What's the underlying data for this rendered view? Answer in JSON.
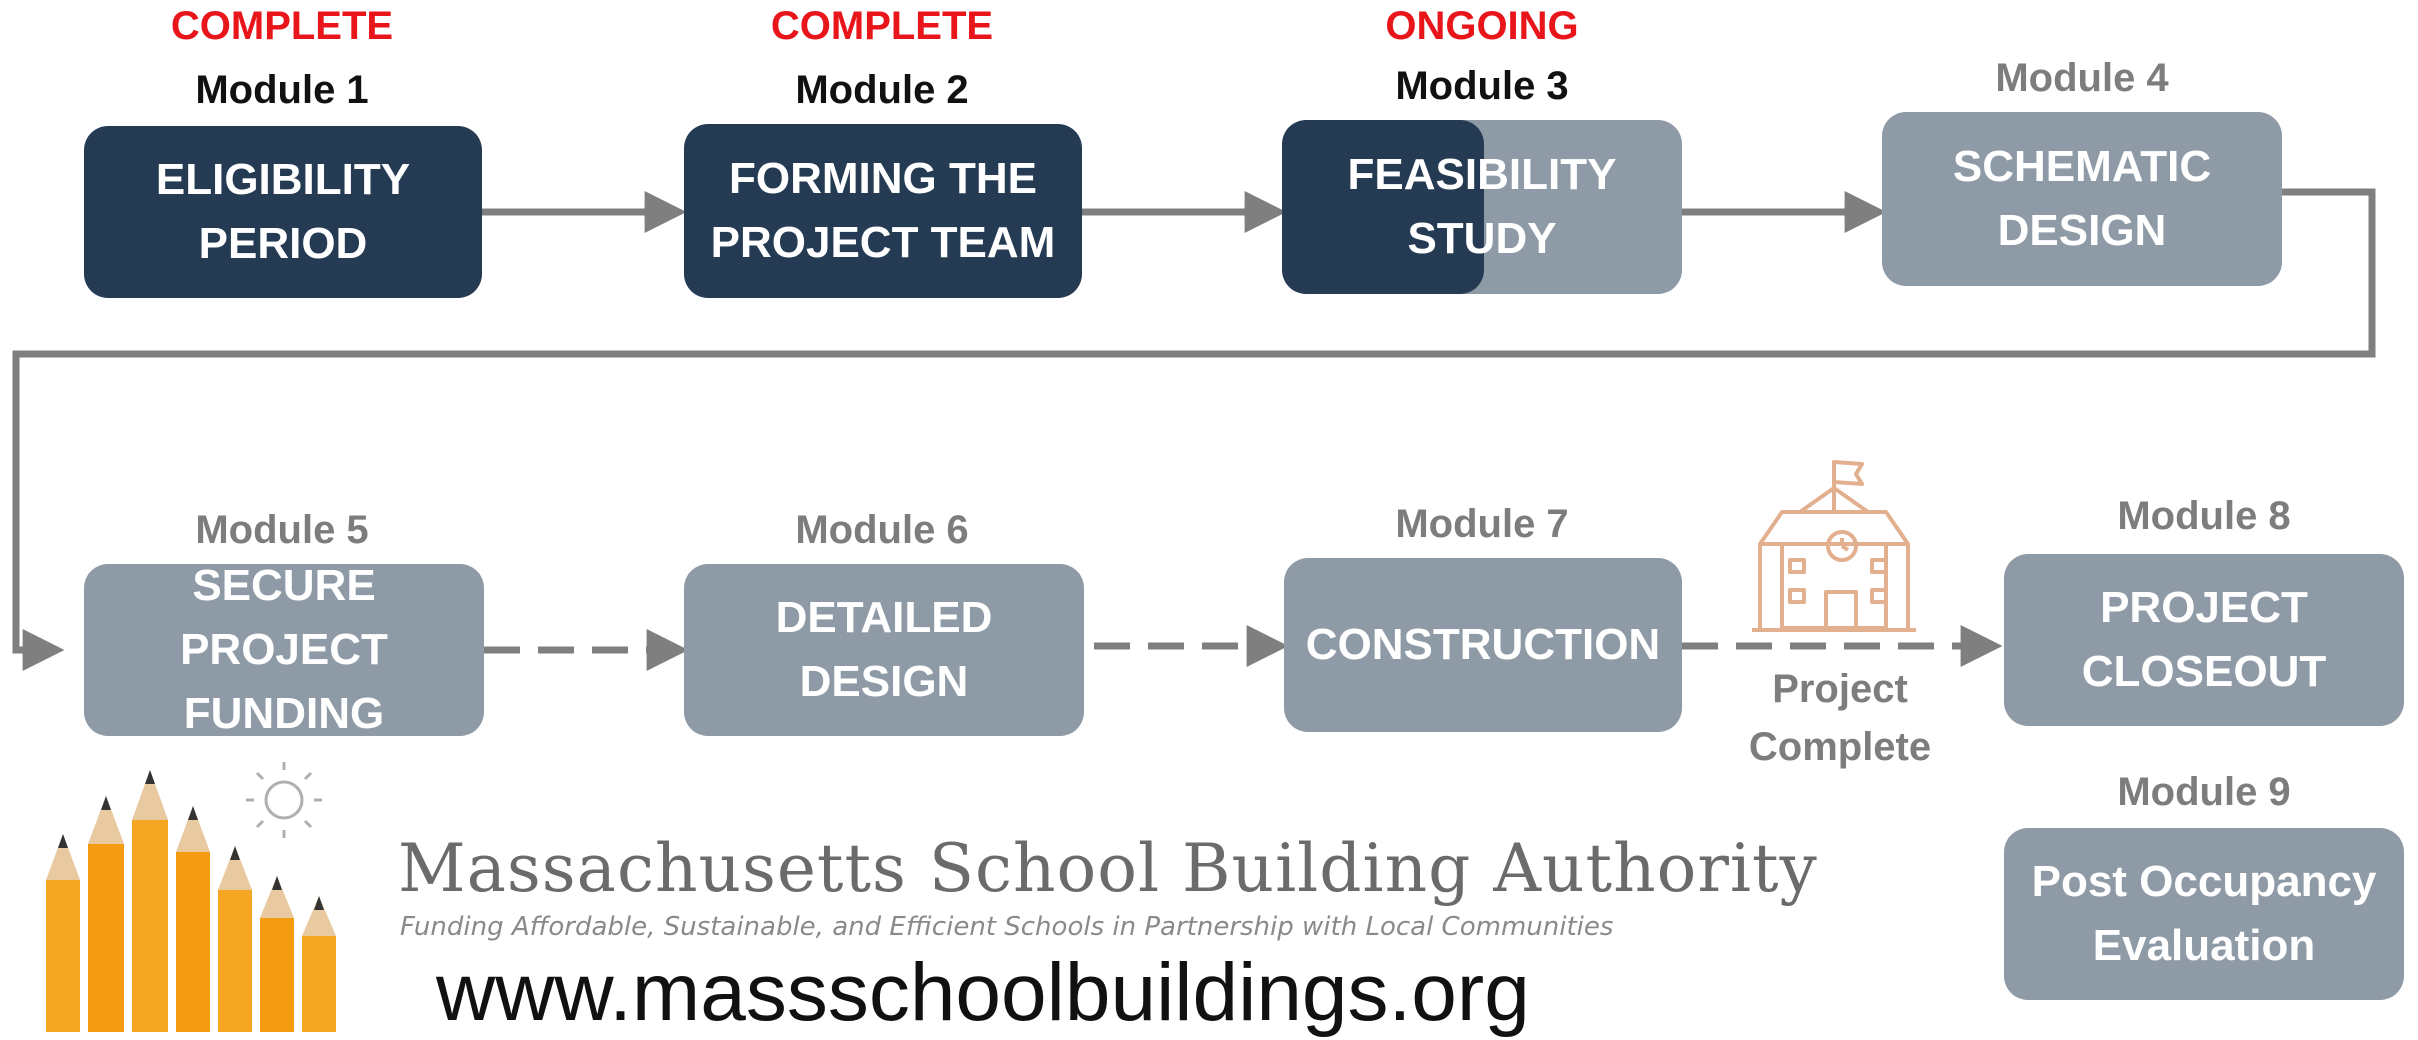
{
  "modules": [
    {
      "status": "COMPLETE",
      "label": "Module 1",
      "title_lines": [
        "ELIGIBILITY",
        "PERIOD"
      ]
    },
    {
      "status": "COMPLETE",
      "label": "Module 2",
      "title_lines": [
        "FORMING THE",
        "PROJECT TEAM"
      ]
    },
    {
      "status": "ONGOING",
      "label": "Module 3",
      "title_lines": [
        "FEASIBILITY",
        "STUDY"
      ]
    },
    {
      "status": "",
      "label": "Module 4",
      "title_lines": [
        "SCHEMATIC",
        "DESIGN"
      ]
    },
    {
      "status": "",
      "label": "Module 5",
      "title_lines": [
        "SECURE PROJECT",
        "FUNDING"
      ]
    },
    {
      "status": "",
      "label": "Module 6",
      "title_lines": [
        "DETAILED",
        "DESIGN"
      ]
    },
    {
      "status": "",
      "label": "Module 7",
      "title_lines": [
        "CONSTRUCTION"
      ]
    },
    {
      "status": "",
      "label": "Module 8",
      "title_lines": [
        "PROJECT",
        "CLOSEOUT"
      ]
    },
    {
      "status": "",
      "label": "Module 9",
      "title_lines": [
        "Post Occupancy",
        "Evaluation"
      ]
    }
  ],
  "milestone": {
    "lines": [
      "Project",
      "Complete"
    ],
    "icon": "school-house-icon"
  },
  "logo": {
    "title": "Massachusetts School Building Authority",
    "tagline": "Funding Affordable, Sustainable, and Efficient Schools in Partnership with Local Communities",
    "url": "www.massschoolbuildings.org",
    "icons": [
      "pencils-icon",
      "sun-icon"
    ]
  },
  "colors": {
    "complete_box": "#243b53",
    "future_box": "#8e9ba7",
    "status_text": "#e8151b",
    "future_label": "#7d7d7d",
    "connector": "#7f7f7f",
    "school_icon": "#e3b08f",
    "pencil": "#f5a623"
  }
}
